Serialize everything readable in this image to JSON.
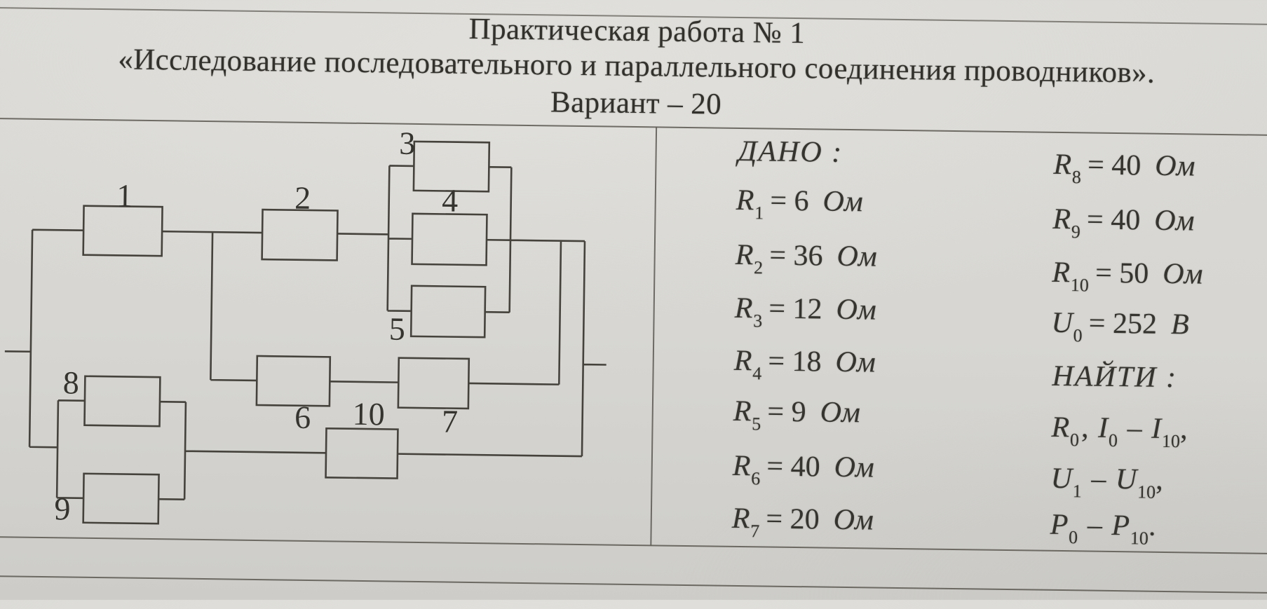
{
  "header": {
    "title": "Практическая работа  № 1",
    "subtitle": "«Исследование последовательного и параллельного соединения проводников».",
    "variant": "Вариант – 20"
  },
  "circuit": {
    "resistor_labels": [
      "1",
      "2",
      "3",
      "4",
      "5",
      "6",
      "7",
      "8",
      "9",
      "10"
    ]
  },
  "given": {
    "title": "ДАНО :",
    "rows": [
      {
        "sym": "R",
        "sub": "1",
        "eq": "= 6",
        "unit": "Ом"
      },
      {
        "sym": "R",
        "sub": "2",
        "eq": "= 36",
        "unit": "Ом"
      },
      {
        "sym": "R",
        "sub": "3",
        "eq": "= 12",
        "unit": "Ом"
      },
      {
        "sym": "R",
        "sub": "4",
        "eq": "= 18",
        "unit": "Ом"
      },
      {
        "sym": "R",
        "sub": "5",
        "eq": "= 9",
        "unit": "Ом"
      },
      {
        "sym": "R",
        "sub": "6",
        "eq": "= 40",
        "unit": "Ом"
      },
      {
        "sym": "R",
        "sub": "7",
        "eq": "= 20",
        "unit": "Ом"
      }
    ],
    "rows_right": [
      {
        "sym": "R",
        "sub": "8",
        "eq": "= 40",
        "unit": "Ом"
      },
      {
        "sym": "R",
        "sub": "9",
        "eq": "= 40",
        "unit": "Ом"
      },
      {
        "sym": "R",
        "sub": "10",
        "eq": "= 50",
        "unit": "Ом"
      },
      {
        "sym": "U",
        "sub": "0",
        "eq": "= 252",
        "unit": "В"
      }
    ]
  },
  "find": {
    "title": "НАЙТИ :",
    "row1": {
      "v1": "R",
      "s1": "0",
      "sep1": ", ",
      "v2": "I",
      "s2": "0",
      "sep2": " – ",
      "v3": "I",
      "s3": "10",
      "tail": ","
    },
    "row2": {
      "v1": "U",
      "s1": "1",
      "sep1": " – ",
      "v2": "U",
      "s2": "10",
      "tail": ","
    },
    "row3": {
      "v1": "P",
      "s1": "0",
      "sep1": " – ",
      "v2": "P",
      "s2": "10",
      "tail": "."
    }
  }
}
